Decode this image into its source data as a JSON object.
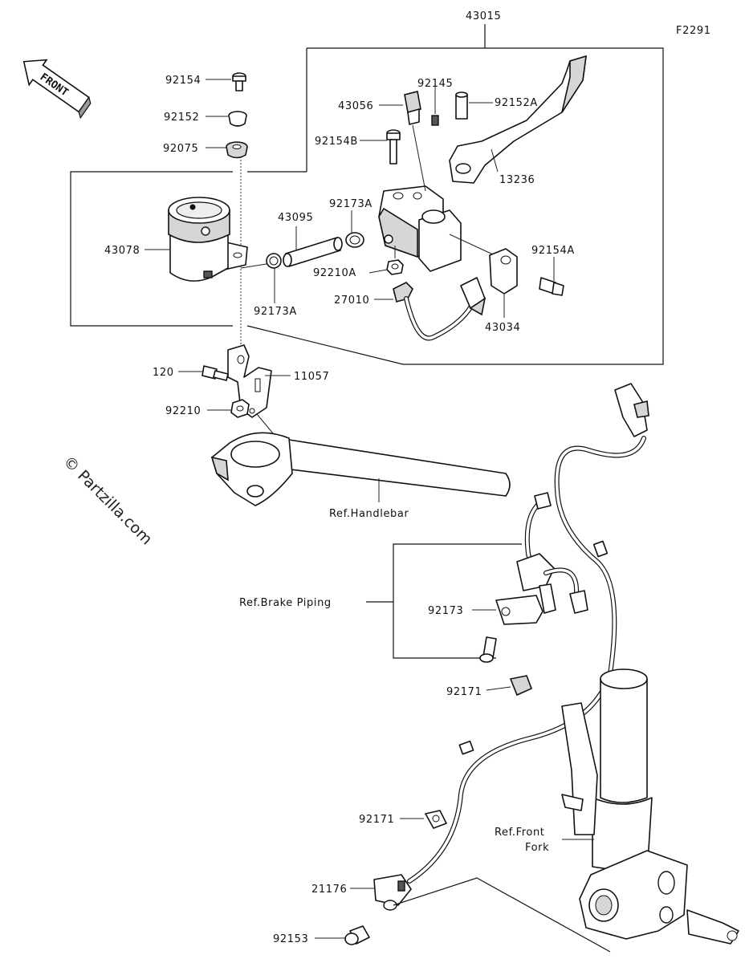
{
  "figure_code": "F2291",
  "front_arrow": "FRONT",
  "watermark": "© Partzilla.com",
  "part_labels": {
    "p43015": "43015",
    "p92154": "92154",
    "p92152": "92152",
    "p92075": "92075",
    "p92145": "92145",
    "p43056": "43056",
    "p92152A": "92152A",
    "p92154B": "92154B",
    "p13236": "13236",
    "p92173A_top": "92173A",
    "p43095": "43095",
    "p43078": "43078",
    "p92210A": "92210A",
    "p92154A": "92154A",
    "p92173A_bottom": "92173A",
    "p27010": "27010",
    "p43034": "43034",
    "p120": "120",
    "p11057": "11057",
    "p92210": "92210",
    "p92173": "92173",
    "p92171_upper": "92171",
    "p92171_lower": "92171",
    "p21176": "21176",
    "p92153": "92153"
  },
  "ref_labels": {
    "handlebar": "Ref.Handlebar",
    "brake_piping": "Ref.Brake Piping",
    "front_fork_line1": "Ref.Front",
    "front_fork_line2": "Fork"
  }
}
